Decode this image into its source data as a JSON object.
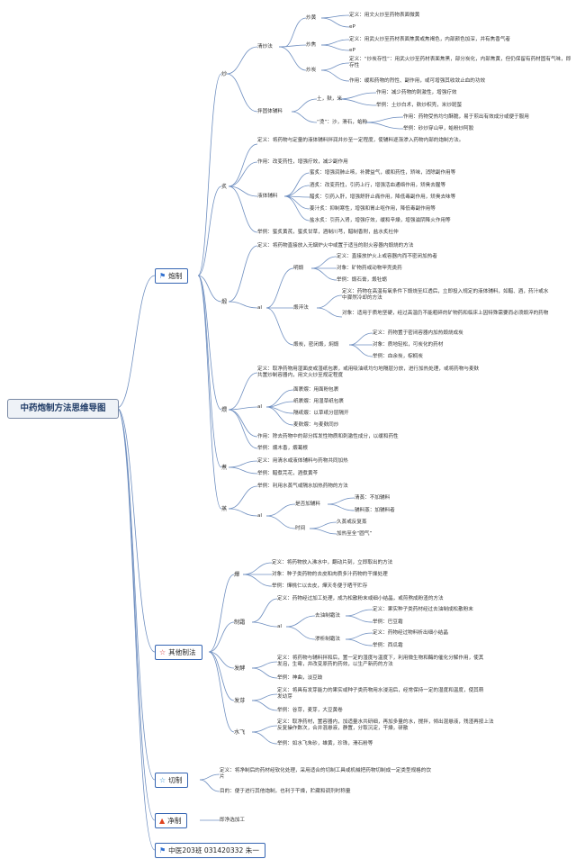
{
  "root": "中药炮制方法思维导图",
  "categories": {
    "paozhi": {
      "label": "炮制",
      "icon": "flag-icon"
    },
    "other": {
      "label": "其他制法",
      "icon": "star-icon"
    },
    "qiezhi": {
      "label": "切制",
      "icon": "star-icon"
    },
    "jingzhi": {
      "label": "净制",
      "icon": "flame-icon"
    },
    "author": {
      "label": "中医203班 031420332 朱一",
      "icon": "flag-icon"
    }
  },
  "chao": {
    "label": "炒",
    "qingchao": "清炒法",
    "chaohuang": {
      "label": "炒黄",
      "def": "定义：用文火炒至药物表面微黄",
      "eg": "eP"
    },
    "chaojiao": {
      "label": "炒焦",
      "def": "定义：用武火炒至药材表面焦黄或焦褐色，内部颜色加深，并有焦香气者",
      "eg": "eP"
    },
    "chaotan": {
      "label": "炒炭",
      "def": "定义：“炒炭存性”：用武火炒至药材表面焦黑，部分炭化，内部焦黄，但仍保留有药材固有气味，即存性",
      "use": "作用：缓和药物的烈性、副作用，或可增强其收敛止血的功效"
    },
    "fuliao": "拌固体辅料",
    "tu": {
      "label": "土，麸，米",
      "use": "作用：减少药物的刺激性，增强疗效",
      "eg": "举例：土炒白术，麸炒枳壳，米炒斑蝥"
    },
    "tang": {
      "label": "“烫”：沙，滑石，蛤粉",
      "use": "作用：药物受热均匀酥脆，易于煎出有效成分或便于服用",
      "eg": "举例：砂炒穿山甲，蛤粉炒阿胶"
    }
  },
  "zhi": {
    "label": "炙",
    "def": "定义：将药物与定量的液体辅料拌润并炒至一定程度，使辅料逐渐渗入药物内部的炮制方法。",
    "use": "作用：改变药性，增强疗效，减少副作用",
    "liquid": "液体辅料",
    "items": [
      "蜜炙：增强润肺止咳，补脾益气，缓和药性，矫味，消除副作用等",
      "酒炙：改变药性，引药上行，增强活血通络作用，矫臭去腥等",
      "醋炙：引药入肝，增强舒肝止痛作用，降低毒副作用，矫臭去味等",
      "姜汁炙：抑制寒性，增强和胃止呕作用，降低毒副作用等",
      "盐水炙：引药入肾，增强疗效，缓和辛燥，增强滋阴降火作用等"
    ],
    "eg": "举例：蜜炙黄芪，蜜炙甘草，酒制川芎，醋制香附，盐水炙杜仲"
  },
  "duan": {
    "label": "煅",
    "def": "定义：将药物直接放入无烟炉火中或置于适当的耐火容器内煅烧的方法",
    "al": "aI",
    "mingduan": {
      "label": "明煅",
      "def": "定义：直接放炉火上或容器内而不密闭加热者",
      "obj": "对象：矿物药或动物甲壳类药",
      "eg": "举例：煅石膏，煅牡蛎"
    },
    "cuiduan": {
      "label": "煅淬法",
      "def": "定义：药物在高温有氧条件下煅烧至红透后，立即投入规定的液体辅料，如醋、酒，药汁或水中骤然冷却的方法",
      "obj": "对象：适用于质地坚硬，经过高温仍不能粗碎的矿物药和临床上因特殊需要而必须煅淬的药物"
    },
    "menduan": {
      "label": "煅炭，密闭煅，焖煅",
      "def": "定义：药物置于密闭容器内加热煅烧成炭",
      "obj": "对象：质地轻松，可炭化的药材",
      "eg": "举例：血余炭，棕榈炭"
    }
  },
  "wei": {
    "label": "煨",
    "def": "定义：取净药物用湿面皮或湿纸包裹，或用吸油纸均匀地隔层分放，进行加热处理，或将药物与麦麸共置炒制容器内，用文火炒至规定程度",
    "al": "aI",
    "items": [
      "面裹煨：用面粉包裹",
      "纸裹煨：用湿草纸包裹",
      "隔纸煨：以草纸分层隔开",
      "麦麸煨：与麦麸同炒"
    ],
    "use": "作用：除去药物中的部分挥发性物质和刺激性成分，以缓和药性",
    "eg": "举例：煨木香，煨葛根"
  },
  "zhu": {
    "label": "煮",
    "def": "定义：用清水或液体辅料与药物共同加热",
    "eg": "举例：醋煮芫花，酒煮黄芩"
  },
  "zheng": {
    "label": "蒸",
    "eg": "举例：利用水蒸气或隔水加热药物的方法",
    "al": "aI",
    "fuliao": {
      "label": "是否加辅料",
      "a": "清蒸：不加辅料",
      "b": "辅料蒸：加辅料者"
    },
    "time": {
      "label": "时间",
      "a": "久蒸或反复蒸",
      "b": "加热至全“圆气”"
    }
  },
  "dan": {
    "label": "燀",
    "def": "定义：将药物放入沸水中，翻动片刻，立即取出的方法",
    "obj": "对象：种子类药物的去皮和肉质多汁药物的干燥处理",
    "eg": "举例：燀桃仁以去皮，燀天冬便于晒干贮存"
  },
  "shuang": {
    "label": "制霜",
    "def": "定义：药物经过加工处理，成为松散粉末或细小结晶，或煎熬成粉渣的方法",
    "al": "aI",
    "quyou": {
      "label": "去油制霜法",
      "def": "定义：果实种子类药材经过去油制成松散粉末",
      "eg": "举例：巴豆霜"
    },
    "shenxi": {
      "label": "渗析制霜法",
      "def": "定义：药物经过物料析出细小结晶",
      "eg": "举例：西瓜霜"
    }
  },
  "fajiao": {
    "label": "发酵",
    "def": "定义：将药物与辅料拌和后，置一定的湿度与温度下，利用微生物和酶的催化分解作用，使其发泡，生霉，并改变原药的药效，以生产新药的方法",
    "eg": "举例：神曲，淡豆豉"
  },
  "faya": {
    "label": "发芽",
    "def": "定义：将具有发芽能力的果实或种子类药物用水浸泡后，经常保持一定的湿度和温度，使其萌发幼芽",
    "eg": "举例：谷芽，麦芽，大豆黄卷"
  },
  "shuifei": {
    "label": "水飞",
    "def": "定义：取净药材，置容器内，加适量水共研细，再加多量的水，搅拌，倾出混悬液，残渣再按上法反复操作数次，合并混悬液，静置，分取沉淀，干燥，研散",
    "eg": "举例：如水飞朱砂，雄黄，珍珠，滑石粉等"
  },
  "qie": {
    "def": "定义：将净制后的药材经软化处理，采用适合的切制工具或机械把药物切制成一定类型规格的饮片",
    "goal": "目的：便于进行其他炮制，也利于干燥，贮藏和调剂时称量"
  },
  "jing": {
    "text": "即净选加工"
  }
}
